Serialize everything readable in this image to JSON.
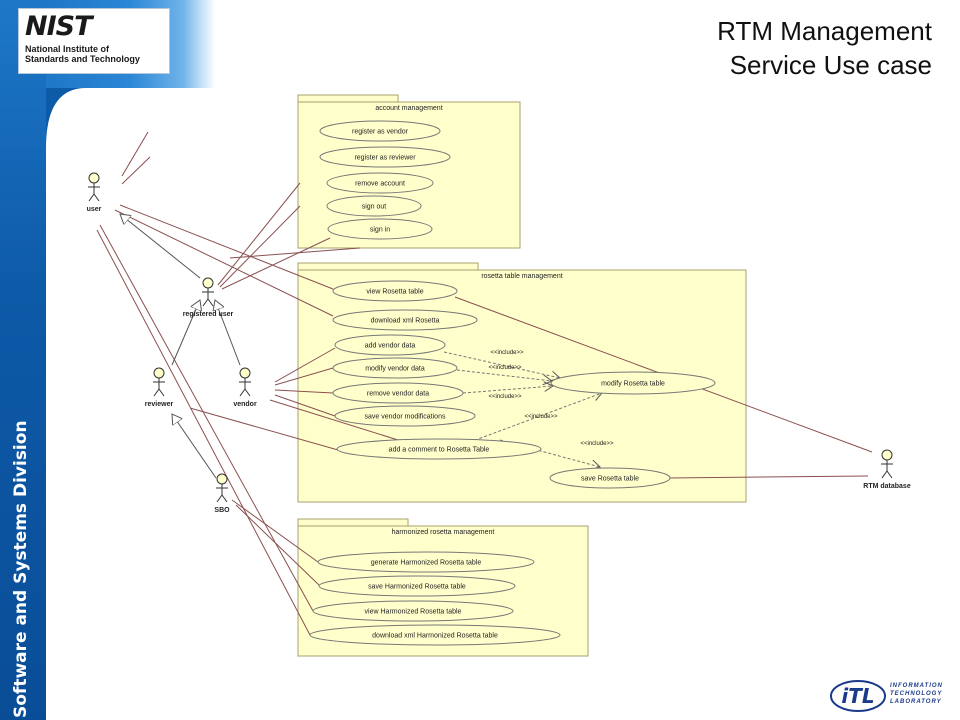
{
  "slide": {
    "title_line1": "RTM Management",
    "title_line2": "Service Use case",
    "side_text": "Software and Systems Division",
    "logo": {
      "mark": "NIST",
      "line1": "National Institute of",
      "line2": "Standards and Technology"
    },
    "footer_logo": {
      "mark": "iTL",
      "line1": "INFORMATION",
      "line2": "TECHNOLOGY",
      "line3": "LABORATORY"
    }
  },
  "diagram": {
    "packages": [
      {
        "id": "pkg_account",
        "label": "account management"
      },
      {
        "id": "pkg_rosetta",
        "label": "rosetta table management"
      },
      {
        "id": "pkg_harmonized",
        "label": "harmonized rosetta management"
      }
    ],
    "actors": [
      {
        "id": "user",
        "label": "user"
      },
      {
        "id": "registered_user",
        "label": "registered user"
      },
      {
        "id": "reviewer",
        "label": "reviewer"
      },
      {
        "id": "vendor",
        "label": "vendor"
      },
      {
        "id": "sbo",
        "label": "SBO"
      },
      {
        "id": "rtm_db",
        "label": "RTM database"
      }
    ],
    "usecases": [
      {
        "id": "uc_reg_vendor",
        "label": "register as vendor"
      },
      {
        "id": "uc_reg_reviewer",
        "label": "register as reviewer"
      },
      {
        "id": "uc_remove_account",
        "label": "remove account"
      },
      {
        "id": "uc_sign_out",
        "label": "sign out"
      },
      {
        "id": "uc_sign_in",
        "label": "sign in"
      },
      {
        "id": "uc_view_rosetta",
        "label": "view Rosetta table"
      },
      {
        "id": "uc_download_xml",
        "label": "download xml Rosetta"
      },
      {
        "id": "uc_add_vendor",
        "label": "add vendor data"
      },
      {
        "id": "uc_modify_vendor",
        "label": "modify vendor data"
      },
      {
        "id": "uc_remove_vendor",
        "label": "remove vendor data"
      },
      {
        "id": "uc_save_vendor",
        "label": "save vendor modifications"
      },
      {
        "id": "uc_add_comment",
        "label": "add a comment to Rosetta Table"
      },
      {
        "id": "uc_modify_rosetta",
        "label": "modify Rosetta table"
      },
      {
        "id": "uc_save_rosetta",
        "label": "save Rosetta table"
      },
      {
        "id": "uc_gen_harm",
        "label": "generate Harmonized Rosetta table"
      },
      {
        "id": "uc_save_harm",
        "label": "save Harmonized Rosetta table"
      },
      {
        "id": "uc_view_harm",
        "label": "view Harmonized Rosetta table"
      },
      {
        "id": "uc_download_harm",
        "label": "download xml Harmonized Rosetta table"
      }
    ],
    "include_label": "<<include>>"
  },
  "colors": {
    "package_fill": "#ffffcc",
    "package_stroke": "#a8a070",
    "usecase_fill": "#ffffcc",
    "line": "#8a5050",
    "actor_head": "#ffffcc",
    "side_bar": "#1565b8"
  }
}
